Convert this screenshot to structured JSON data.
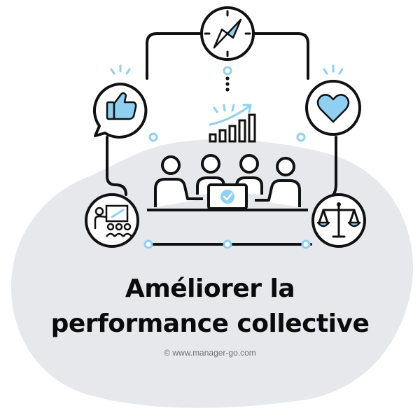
{
  "illustration": {
    "icons": [
      "compass-icon",
      "thumbs-up-icon",
      "heart-icon",
      "growth-chart-icon",
      "meeting-team-icon",
      "laptop-check-icon",
      "presentation-icon",
      "scales-icon"
    ],
    "colors": {
      "accent": "#8fd0f2",
      "line": "#111111",
      "blob": "#e6e8ec",
      "background": "#ffffff"
    }
  },
  "title": {
    "line1": "Améliorer la",
    "line2": "performance collective"
  },
  "credit": "© www.manager-go.com"
}
